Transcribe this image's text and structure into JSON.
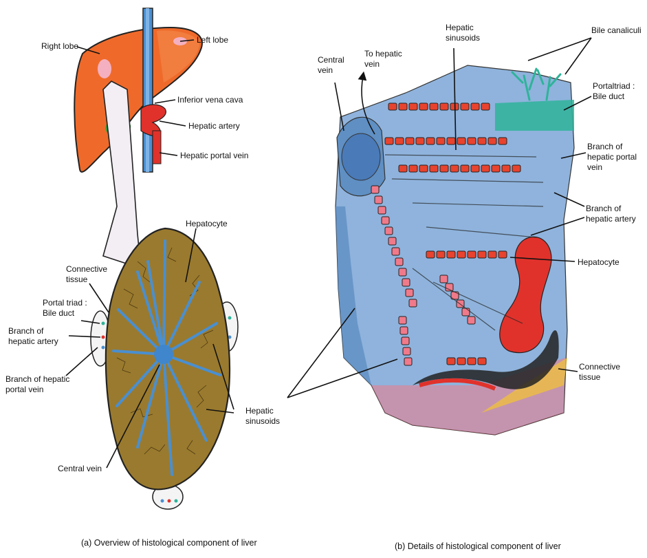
{
  "panel_a": {
    "labels": {
      "right_lobe": "Right lobe",
      "left_lobe": "Left lobe",
      "inferior_vena_cava": "Inferior vena cava",
      "hepatic_artery": "Hepatic artery",
      "hepatic_portal_vein": "Hepatic portal vein",
      "hepatocyte": "Hepatocyte",
      "connective_tissue": "Connective tissue",
      "portal_triad_bile_duct": "Portal triad : Bile duct",
      "branch_hepatic_artery": "Branch of hepatic artery",
      "branch_hepatic_portal_vein": "Branch of hepatic portal vein",
      "hepatic_sinusoids": "Hepatic sinusoids",
      "central_vein": "Central vein"
    },
    "caption": "(a) Overview of histological component of liver"
  },
  "panel_b": {
    "labels": {
      "central_vein": "Central vein",
      "to_hepatic_vein": "To hepatic vein",
      "hepatic_sinusoids": "Hepatic sinusoids",
      "bile_canaliculi": "Bile canaliculi",
      "portal_triad_bile_duct": "Portaltriad : Bile duct",
      "branch_hepatic_portal_vein": "Branch of hepatic portal vein",
      "branch_hepatic_artery": "Branch of hepatic artery",
      "hepatocyte": "Hepatocyte",
      "connective_tissue": "Connective tissue"
    },
    "caption": "(b) Details of histological component of liver"
  },
  "colors": {
    "liver": "#ef6a2a",
    "lobule": "#9a7a2e",
    "vein_blue": "#4a8fd0",
    "artery_red": "#e0322b",
    "tissue_blue": "#8fb3dc",
    "bile_green": "#2fb39a",
    "cell_red": "#e8432e"
  }
}
